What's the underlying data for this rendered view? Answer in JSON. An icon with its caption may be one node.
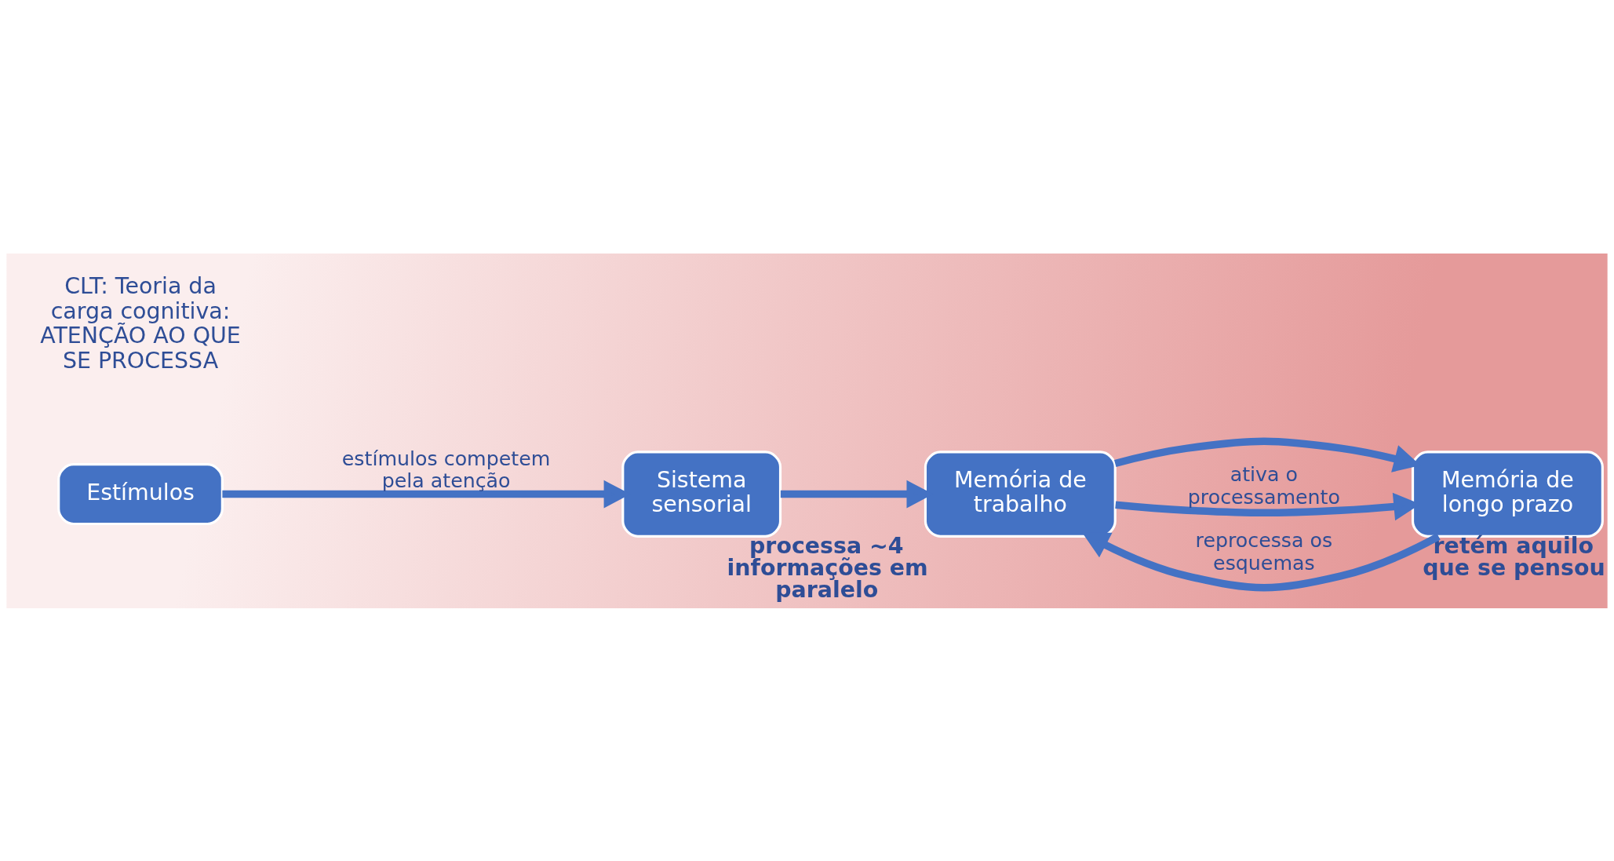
{
  "diagram": {
    "nodes": [
      {
        "text": [
          "Estímulos"
        ]
      },
      {
        "text": [
          "Sistema sensorial"
        ]
      },
      {
        "text": [
          "Memória de trabalho"
        ],
        "beside": [
          "processa ~4 informações em paralelo"
        ]
      },
      {
        "text": [
          "Memória de longo prazo"
        ],
        "beside": [
          "retém aquilo que se pensou"
        ]
      }
    ],
    "edges": [
      {
        "from": 0,
        "to": 1,
        "arrow": "to",
        "label": "estímulos competem pela atenção"
      },
      {
        "from": 1,
        "to": 2,
        "arrow": "to"
      },
      {
        "from": 2,
        "to": 3,
        "arrow": "to"
      },
      {
        "from": 2,
        "to": 3,
        "arrow": "to",
        "label": "ativa o processamento"
      },
      {
        "from": 3,
        "to": 2,
        "arrow": "to",
        "label": "reprocessa os esquemas"
      }
    ],
    "labels": [
      "CLT: Teoria da carga cognitiva: ATENÇÃO AO QUE SE PROCESSA"
    ]
  }
}
